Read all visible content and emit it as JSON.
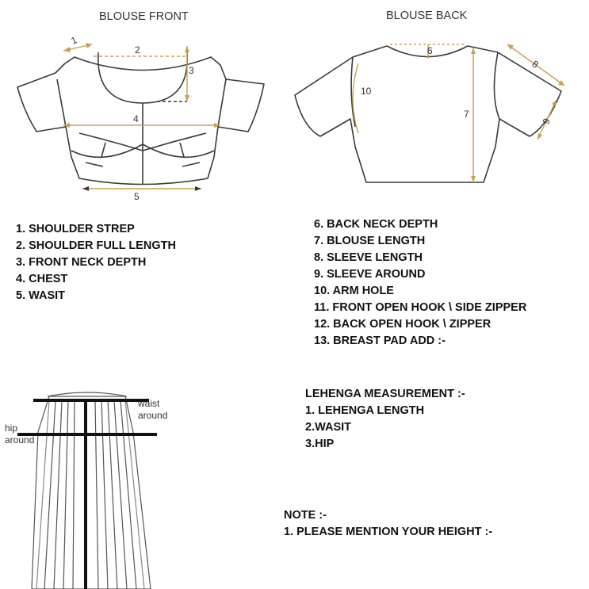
{
  "front": {
    "title": "BLOUSE FRONT",
    "marks": [
      "1",
      "2",
      "3",
      "4",
      "5"
    ],
    "items": [
      "1. SHOULDER STREP",
      "2. SHOULDER FULL LENGTH",
      "3. FRONT NECK DEPTH",
      "4. CHEST",
      "5. WASIT"
    ]
  },
  "back": {
    "title": "BLOUSE BACK",
    "marks": [
      "6",
      "7",
      "8",
      "9",
      "10"
    ],
    "items": [
      "6. BACK NECK DEPTH",
      "7. BLOUSE LENGTH",
      "8. SLEEVE LENGTH",
      "9. SLEEVE AROUND",
      "10. ARM HOLE",
      "11. FRONT OPEN HOOK \\ SIDE ZIPPER",
      "12. BACK OPEN HOOK \\ ZIPPER",
      "13. BREAST PAD ADD :-"
    ]
  },
  "lehenga": {
    "labels": {
      "waist": "waist",
      "waist2": "around",
      "hip": "hip",
      "hip2": "around"
    },
    "title": "LEHENGA MEASUREMENT :-",
    "items": [
      "1. LEHENGA LENGTH",
      "2.WASIT",
      "3.HIP"
    ]
  },
  "note": {
    "title": "NOTE :-",
    "items": [
      "1. PLEASE MENTION YOUR HEIGHT :-"
    ]
  },
  "colors": {
    "outline": "#3a3a3a",
    "measure": "#c8a050"
  }
}
